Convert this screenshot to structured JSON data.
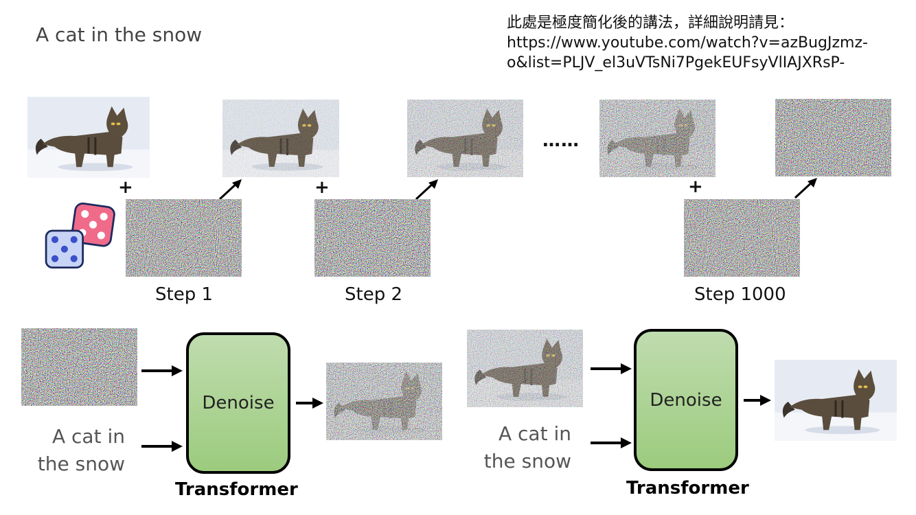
{
  "header": {
    "caption": "A cat in the snow",
    "note": "此處是極度簡化後的講法，詳細說明請見：\nhttps://www.youtube.com/watch?v=azBugJzmz-\no&list=PLJV_el3uVTsNi7PgekEUFsyVlIAJXRsP-"
  },
  "forward": {
    "steps": [
      "Step 1",
      "Step 2",
      "Step 1000"
    ],
    "ellipsis": "……",
    "plus": "+"
  },
  "reverse": {
    "box_label": "Denoise",
    "model_label": "Transformer",
    "prompt": "A cat in the snow"
  },
  "colors": {
    "box_fill_top": "#bfdcae",
    "box_fill_bottom": "#9ccb7e",
    "dice_pink": "#f06b8a",
    "dice_blue": "#c8d4f5"
  }
}
